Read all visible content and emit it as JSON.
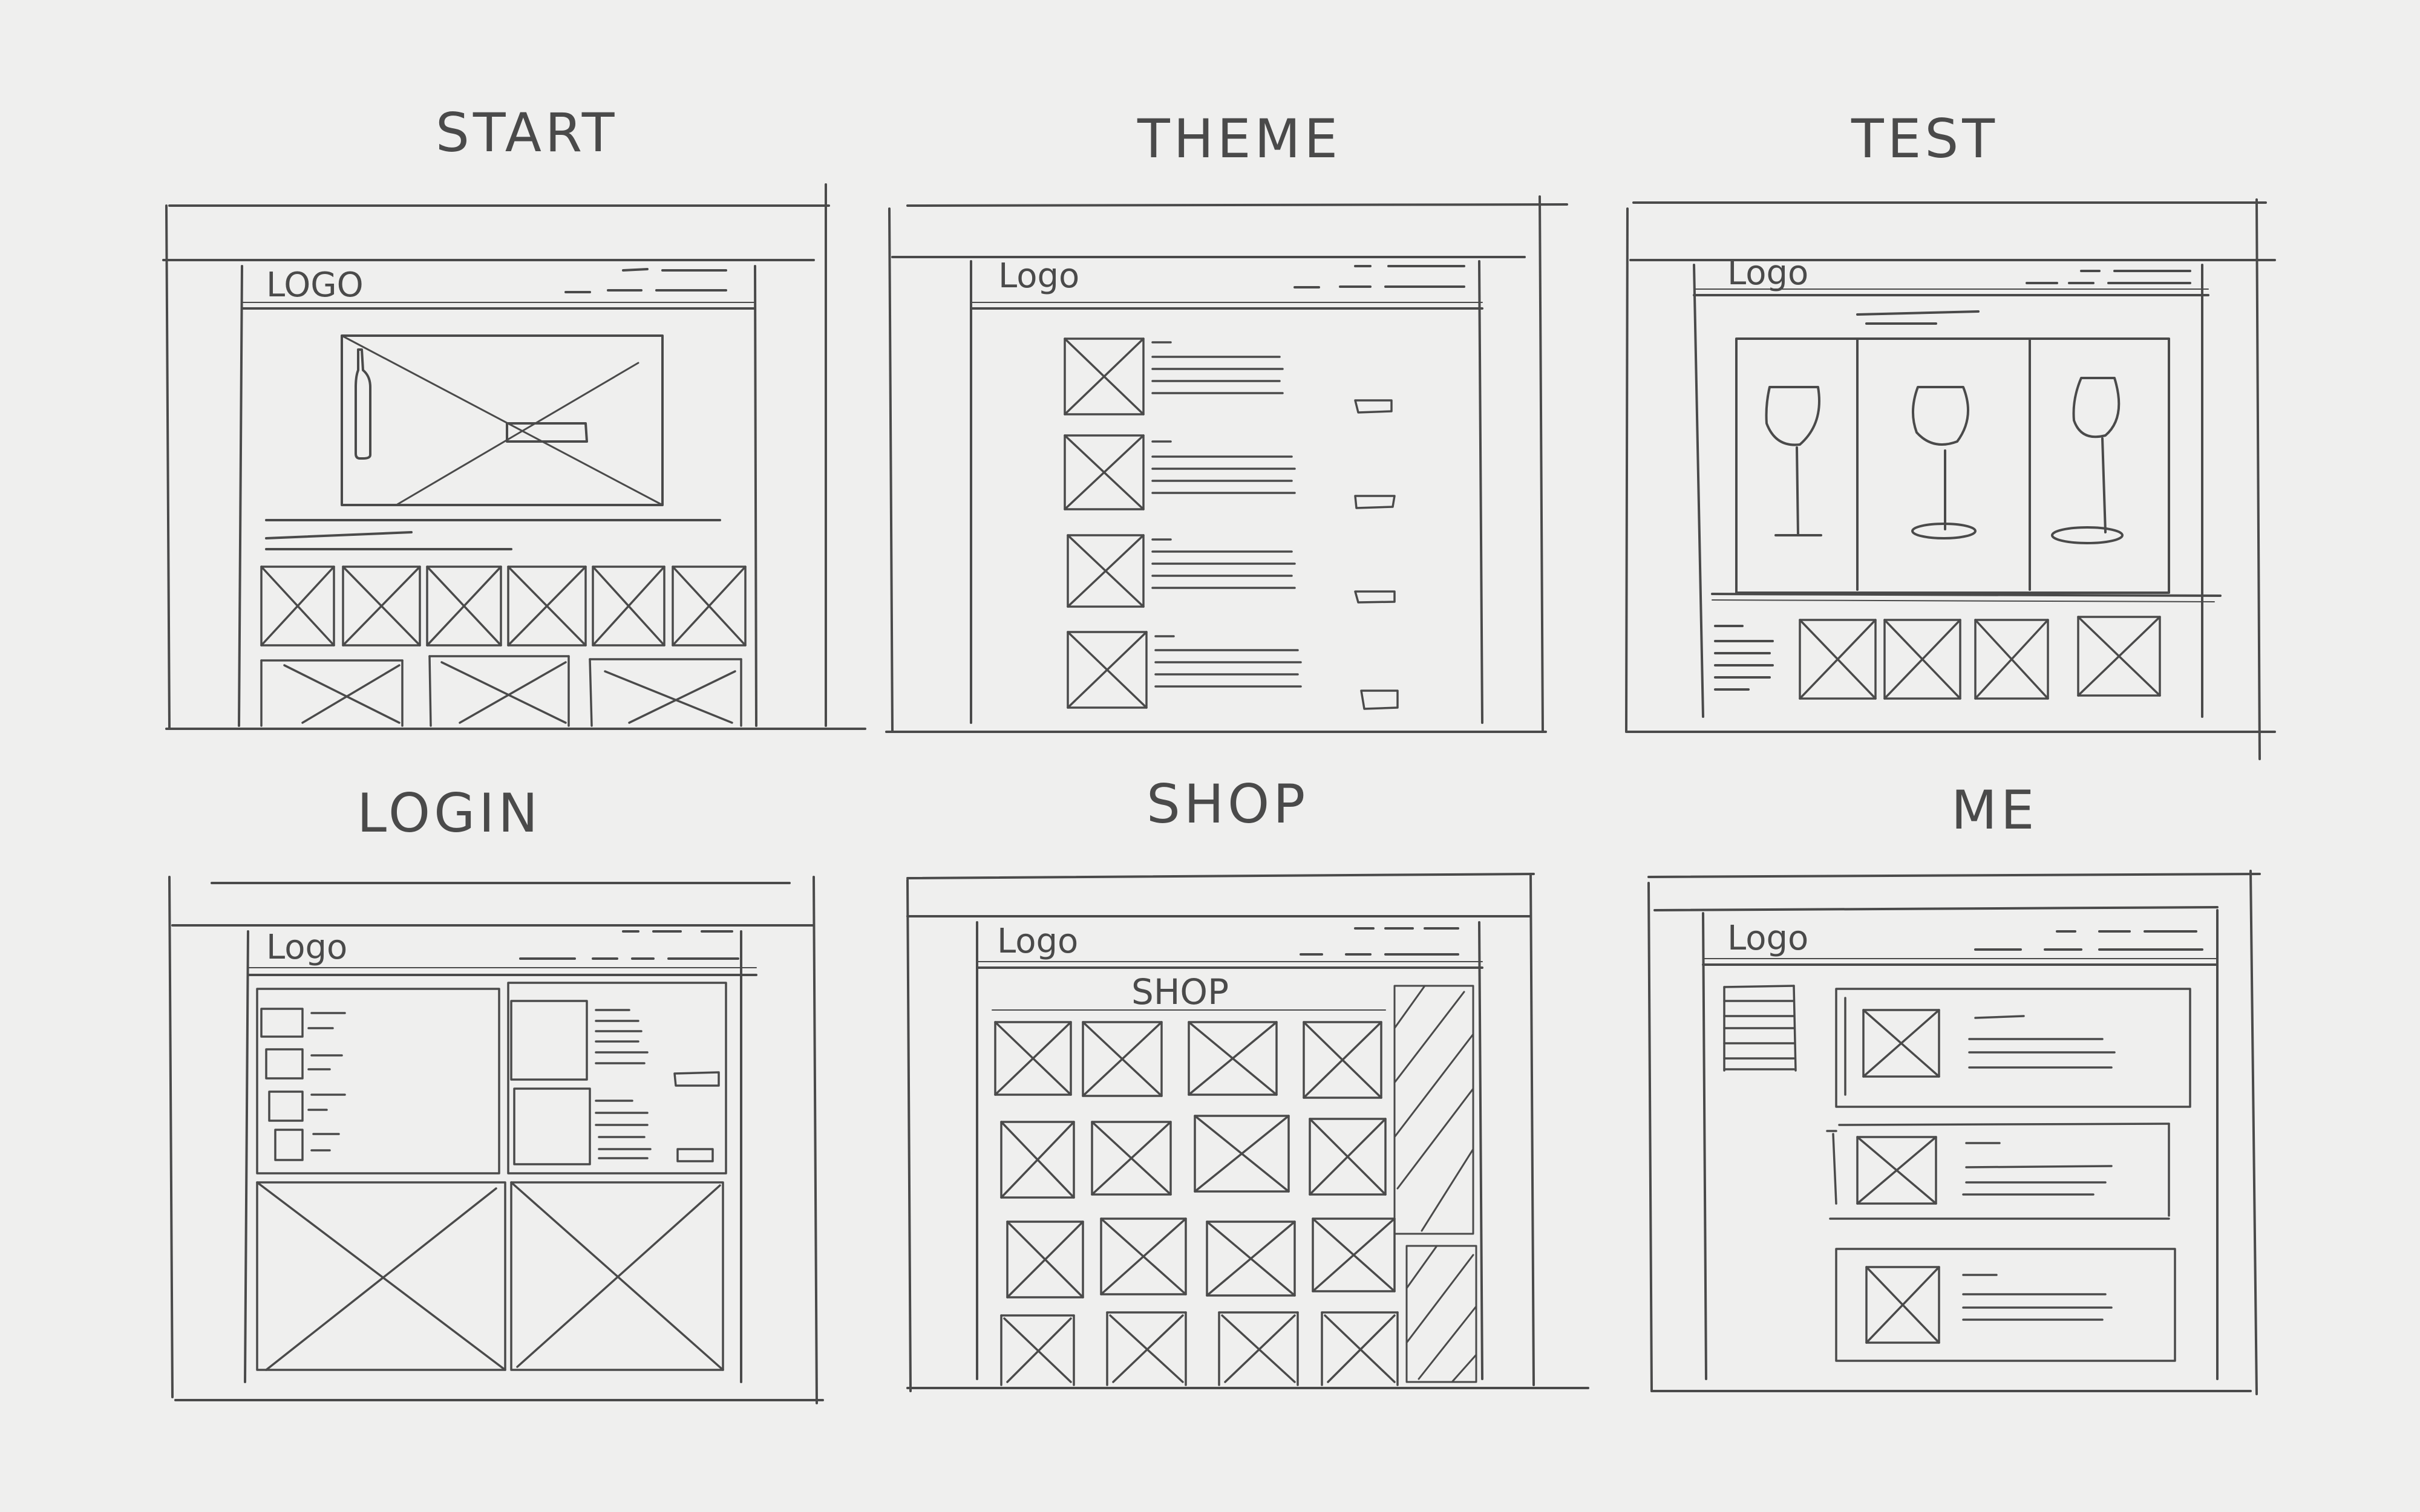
{
  "sketch": {
    "ink_color": "#4a4a4a",
    "paper_color": "#efefee",
    "panels": [
      {
        "id": "start",
        "title": "START",
        "logo": "LOGO"
      },
      {
        "id": "theme",
        "title": "THEME",
        "logo": "Logo"
      },
      {
        "id": "test",
        "title": "TEST",
        "logo": "Logo"
      },
      {
        "id": "login",
        "title": "LOGIN",
        "logo": "Logo"
      },
      {
        "id": "shop",
        "title": "SHOP",
        "logo": "Logo",
        "section_label": "SHOP"
      },
      {
        "id": "me",
        "title": "ME",
        "logo": "Logo"
      }
    ]
  }
}
